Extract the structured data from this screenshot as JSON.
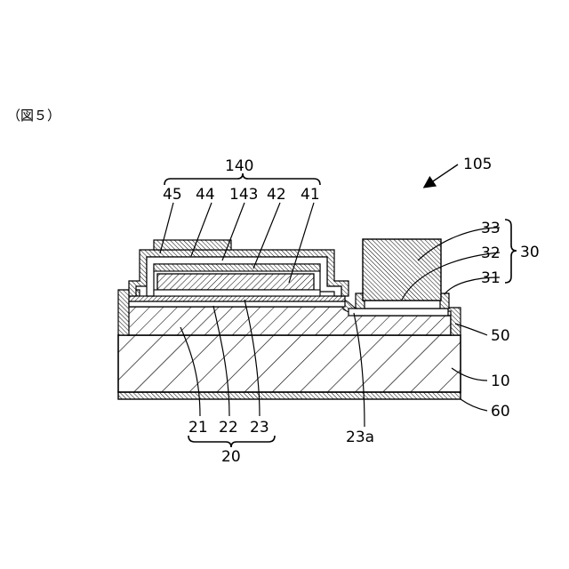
{
  "figure": {
    "caption": "（図５）"
  },
  "labels": {
    "device": "105",
    "group_140": "140",
    "l45": "45",
    "l44": "44",
    "l143": "143",
    "l42": "42",
    "l41": "41",
    "l33": "33",
    "l32": "32",
    "l31": "31",
    "group_30": "30",
    "l50": "50",
    "l10": "10",
    "l60": "60",
    "l21": "21",
    "l22": "22",
    "l23": "23",
    "group_20": "20",
    "l23a": "23a"
  }
}
